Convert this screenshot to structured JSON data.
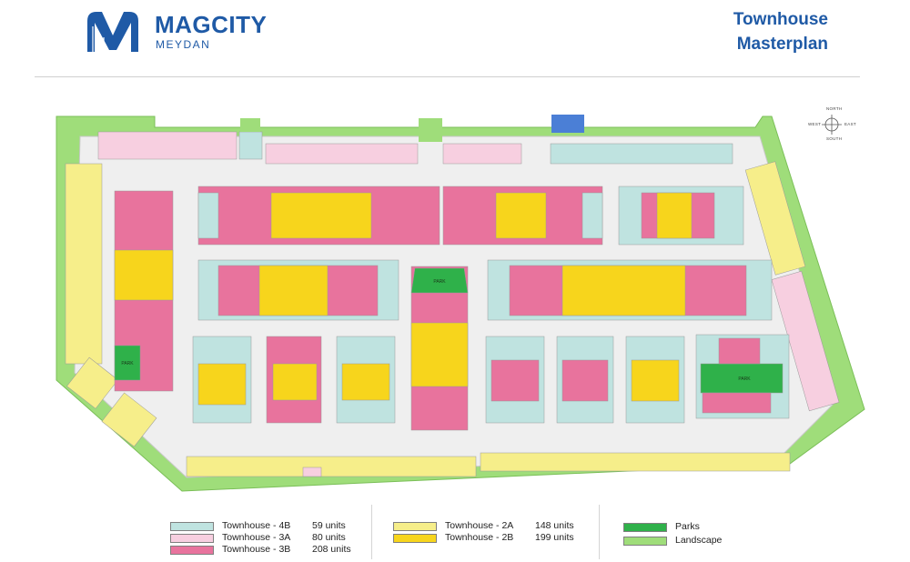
{
  "header": {
    "brand": "MAGCITY",
    "brand_sub": "MEYDAN",
    "title_line1": "Townhouse",
    "title_line2": "Masterplan"
  },
  "compass": {
    "north": "NORTH",
    "south": "SOUTH",
    "east": "EAST",
    "west": "WEST"
  },
  "colors": {
    "townhouse_4b": "#bfe3e0",
    "townhouse_3a": "#f7cfe0",
    "townhouse_3b": "#e8739d",
    "townhouse_2a": "#f6ee8a",
    "townhouse_2b": "#f7d51c",
    "parks": "#2fb14a",
    "landscape": "#9fdd7a",
    "road": "#eeeeee",
    "accent": "#1f5aa6"
  },
  "legend": {
    "group1": [
      {
        "label": "Townhouse - 4B",
        "units": "59 units",
        "color": "#bfe3e0"
      },
      {
        "label": "Townhouse - 3A",
        "units": "80 units",
        "color": "#f7cfe0"
      },
      {
        "label": "Townhouse - 3B",
        "units": "208 units",
        "color": "#e8739d"
      }
    ],
    "group2": [
      {
        "label": "Townhouse - 2A",
        "units": "148 units",
        "color": "#f6ee8a"
      },
      {
        "label": "Townhouse - 2B",
        "units": "199 units",
        "color": "#f7d51c"
      }
    ],
    "group3": [
      {
        "label": "Parks",
        "color": "#2fb14a"
      },
      {
        "label": "Landscape",
        "color": "#9fdd7a"
      }
    ]
  },
  "map_labels": {
    "park": "PARK"
  }
}
